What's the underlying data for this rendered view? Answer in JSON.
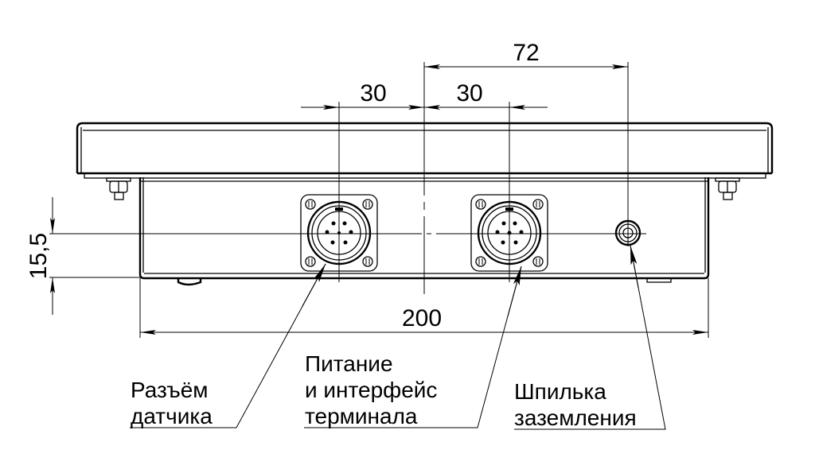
{
  "drawing": {
    "colors": {
      "line": "#000000",
      "background": "#ffffff"
    },
    "dimensions": {
      "overall_width": "200",
      "ground_pin_offset": "72",
      "sensor_connector_offset": "30",
      "terminal_connector_offset": "30",
      "connector_height": "15,5"
    },
    "callouts": {
      "sensor_connector": {
        "line1": "Разъём",
        "line2": "датчика"
      },
      "power_interface": {
        "line1": "Питание",
        "line2": "и интерфейс",
        "line3": "терминала"
      },
      "ground_pin": {
        "line1": "Шпилька",
        "line2": "заземления"
      }
    }
  }
}
